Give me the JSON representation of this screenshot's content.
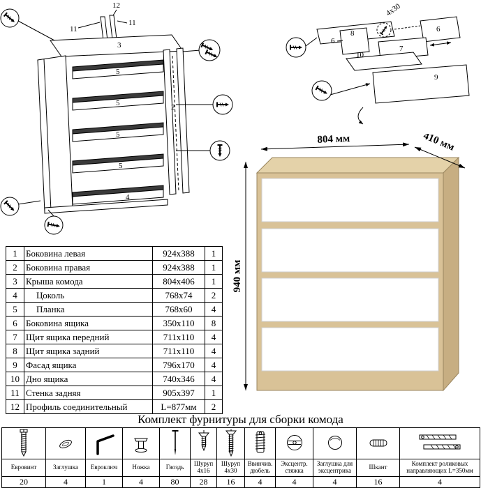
{
  "frame_diagram": {
    "labels": {
      "n12": "12",
      "n11": "11",
      "n3": "3",
      "n5": "5",
      "n2": "2",
      "n4": "4"
    }
  },
  "drawer_diagram": {
    "labels": {
      "n8": "8",
      "n6": "6",
      "n7": "7",
      "n10": "10",
      "n9": "9",
      "screw_size": "4x30"
    }
  },
  "product": {
    "width_label": "804 мм",
    "depth_label": "410 мм",
    "height_label": "940 мм"
  },
  "colors": {
    "wood_front": "#d9c297",
    "wood_top": "#e4d2a9",
    "wood_side": "#c7ae82",
    "drawer_front": "#ffffff"
  },
  "parts": {
    "rows": [
      {
        "num": "1",
        "name": "Боковина левая",
        "size": "924x388",
        "qty": "1"
      },
      {
        "num": "2",
        "name": "Боковина правая",
        "size": "924x388",
        "qty": "1"
      },
      {
        "num": "3",
        "name": "Крыша комода",
        "size": "804x406",
        "qty": "1"
      },
      {
        "num": "4",
        "name": "Цоколь",
        "size": "768x74",
        "qty": "2"
      },
      {
        "num": "5",
        "name": "Планка",
        "size": "768x60",
        "qty": "4"
      },
      {
        "num": "6",
        "name": "Боковина ящика",
        "size": "350x110",
        "qty": "8"
      },
      {
        "num": "7",
        "name": "Щит ящика передний",
        "size": "711x110",
        "qty": "4"
      },
      {
        "num": "8",
        "name": "Щит ящика задний",
        "size": "711x110",
        "qty": "4"
      },
      {
        "num": "9",
        "name": "Фасад ящика",
        "size": "796x170",
        "qty": "4"
      },
      {
        "num": "10",
        "name": "Дно ящика",
        "size": "740x346",
        "qty": "4"
      },
      {
        "num": "11",
        "name": "Стенка задняя",
        "size": "905x397",
        "qty": "1"
      },
      {
        "num": "12",
        "name": "Профиль соединительный",
        "size": "L=877мм",
        "qty": "2"
      }
    ]
  },
  "hardware": {
    "title": "Комплект фурнитуры для сборки комода",
    "items": [
      {
        "name": "Евровинт",
        "qty": "20"
      },
      {
        "name": "Заглушка",
        "qty": "4"
      },
      {
        "name": "Евроключ",
        "qty": "1"
      },
      {
        "name": "Ножка",
        "qty": "4"
      },
      {
        "name": "Гвоздь",
        "qty": "80"
      },
      {
        "name": "Шуруп 4x16",
        "qty": "28"
      },
      {
        "name": "Шуруп 4x30",
        "qty": "16"
      },
      {
        "name": "Ввинчив. дюбель",
        "qty": "4"
      },
      {
        "name": "Эксцентр. стяжка",
        "qty": "4"
      },
      {
        "name": "Заглушка для эксцентрика",
        "qty": "4"
      },
      {
        "name": "Шкант",
        "qty": "16"
      },
      {
        "name": "Комплект роликовых направляющих L=350мм",
        "qty": "4"
      }
    ]
  }
}
